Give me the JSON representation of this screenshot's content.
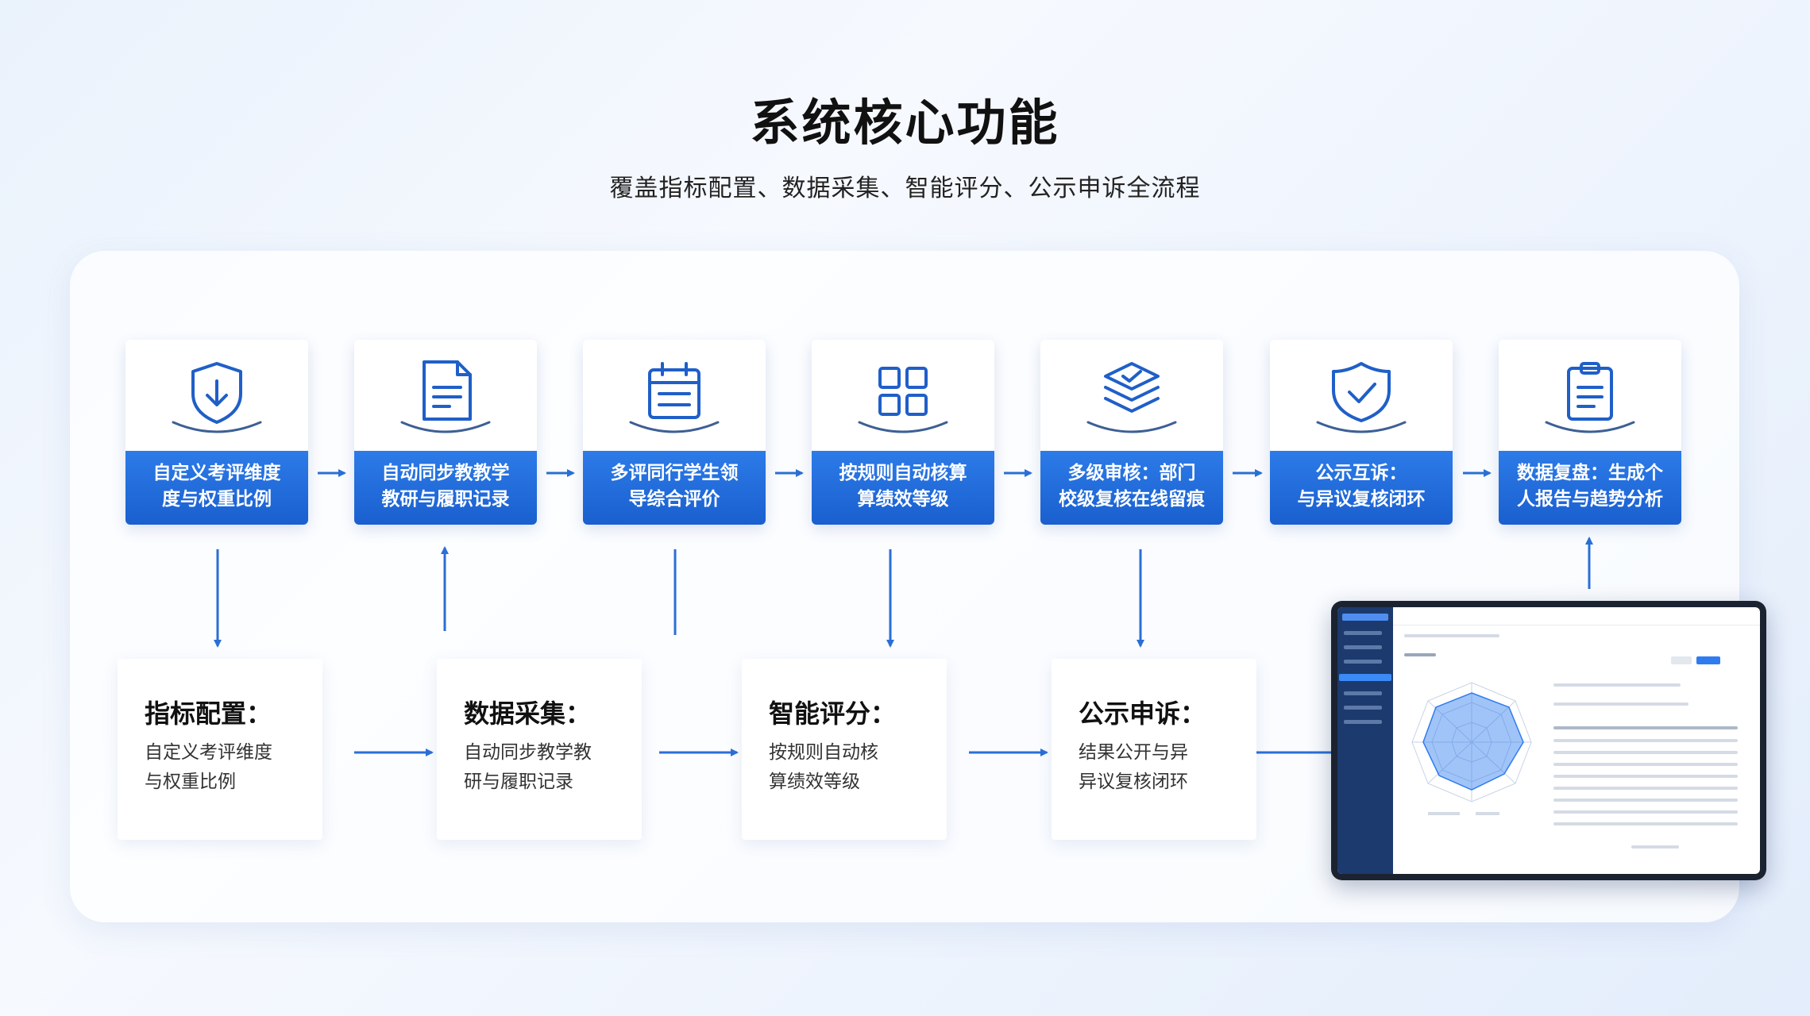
{
  "title": "系统核心功能",
  "subtitle": "覆盖指标配置、数据采集、智能评分、公示申诉全流程",
  "steps": [
    {
      "label": "自定义考评维度\n度与权重比例",
      "icon": "shield-download-icon"
    },
    {
      "label": "自动同步教教学\n教研与履职记录",
      "icon": "document-icon"
    },
    {
      "label": "多评同行学生领\n导综合评价",
      "icon": "calendar-icon"
    },
    {
      "label": "按规则自动核算\n算绩效等级",
      "icon": "grid-icon"
    },
    {
      "label": "多级审核：部门\n校级复核在线留痕",
      "icon": "layers-check-icon"
    },
    {
      "label": "公示互诉：\n与异议复核闭环",
      "icon": "shield-check-icon"
    },
    {
      "label": "数据复盘：生成个\n人报告与趋势分析",
      "icon": "clipboard-icon"
    }
  ],
  "cards": [
    {
      "title": "指标配置：",
      "desc": "自定义考评维度\n与权重比例"
    },
    {
      "title": "数据采集：",
      "desc": "自动同步教学教\n研与履职记录"
    },
    {
      "title": "智能评分：",
      "desc": "按规则自动核\n算绩效等级"
    },
    {
      "title": "公示申诉：",
      "desc": "结果公开与异\n异议复核闭环"
    }
  ],
  "colors": {
    "accent": "#1f6fe0",
    "accent_dark": "#1a5fcf",
    "arrow": "#2a6fd6",
    "panel": "#ffffff"
  }
}
